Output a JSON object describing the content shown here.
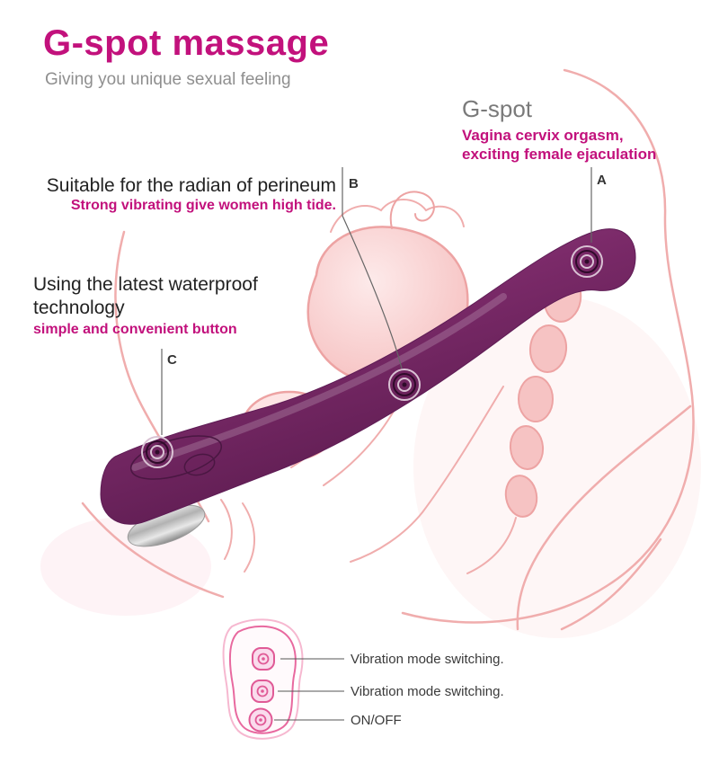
{
  "header": {
    "title": "G-spot massage",
    "subtitle": "Giving you unique sexual feeling"
  },
  "callout_a": {
    "heading": "G-spot",
    "desc_line1": "Vagina cervix orgasm,",
    "desc_line2": "exciting female ejaculation",
    "marker": "A"
  },
  "callout_b": {
    "heading": "Suitable for the radian of perineum",
    "desc": "Strong vibrating give women  high tide.",
    "marker": "B"
  },
  "callout_c": {
    "heading_line1": "Using the latest waterproof",
    "heading_line2": "technology",
    "desc": "simple and convenient button",
    "marker": "C"
  },
  "legend": {
    "items": [
      {
        "label": "Vibration mode switching."
      },
      {
        "label": "Vibration mode switching."
      },
      {
        "label": "ON/OFF"
      }
    ]
  },
  "colors": {
    "accent_magenta": "#c2117c",
    "device_purple": "#7b2a69",
    "anatomy_pink": "#f0adad",
    "pad_pink": "#e05a96",
    "text_dark": "#222222",
    "text_gray": "#8f8f8f",
    "line_gray": "#666666"
  }
}
